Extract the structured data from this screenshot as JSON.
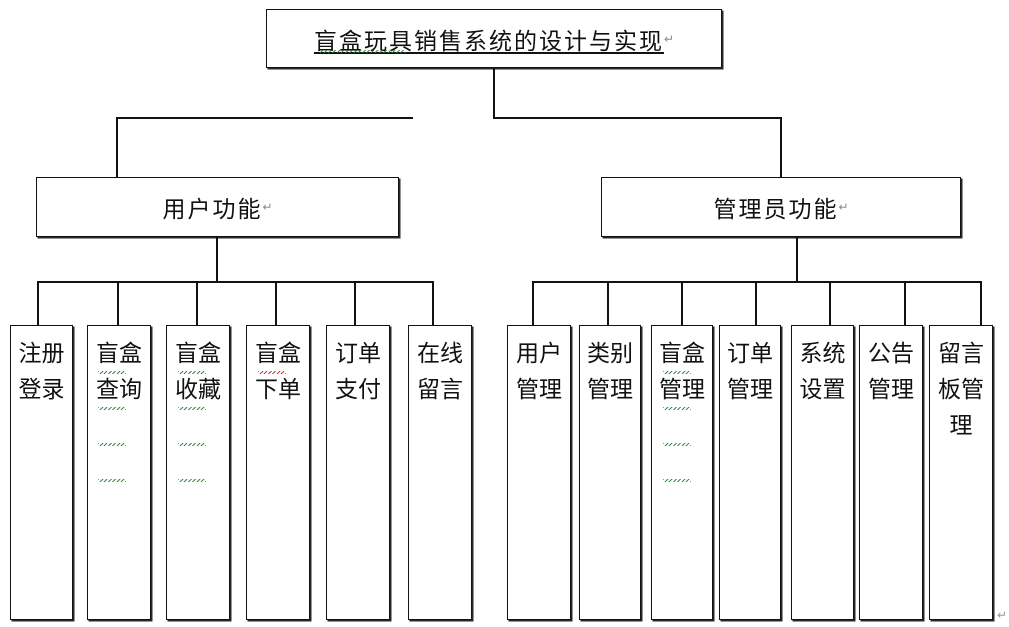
{
  "diagram": {
    "type": "hierarchy-tree",
    "title_node": {
      "label": "盲盒玩具销售系统的设计与实现",
      "mark": "↵"
    },
    "level2": [
      {
        "label": "用户功能",
        "mark": "↵"
      },
      {
        "label": "管理员功能",
        "mark": "↵"
      }
    ],
    "user_functions": [
      {
        "label": "注册登录",
        "mark": "↵"
      },
      {
        "label": "盲盒查询",
        "mark": "↵"
      },
      {
        "label": "盲盒收藏",
        "mark": "↵"
      },
      {
        "label": "盲盒下单",
        "mark": "↵"
      },
      {
        "label": "订单支付",
        "mark": "↵"
      },
      {
        "label": "在线留言",
        "mark": "↵"
      }
    ],
    "admin_functions": [
      {
        "label": "用户管理",
        "mark": "↵"
      },
      {
        "label": "类别管理",
        "mark": "↵"
      },
      {
        "label": "盲盒管理",
        "mark": "↵"
      },
      {
        "label": "订单管理",
        "mark": "↵"
      },
      {
        "label": "系统设置",
        "mark": "↵"
      },
      {
        "label": "公告管理",
        "mark": "↵"
      },
      {
        "label": "留言板管理",
        "mark": "↵"
      }
    ],
    "trailing_mark": "↵",
    "colors": {
      "line": "#121212",
      "text": "#111111",
      "background": "#ffffff",
      "spellcheck_underline": "#2e7d32",
      "grammar_underline": "#c62828",
      "mark": "#9a9a9a"
    }
  }
}
